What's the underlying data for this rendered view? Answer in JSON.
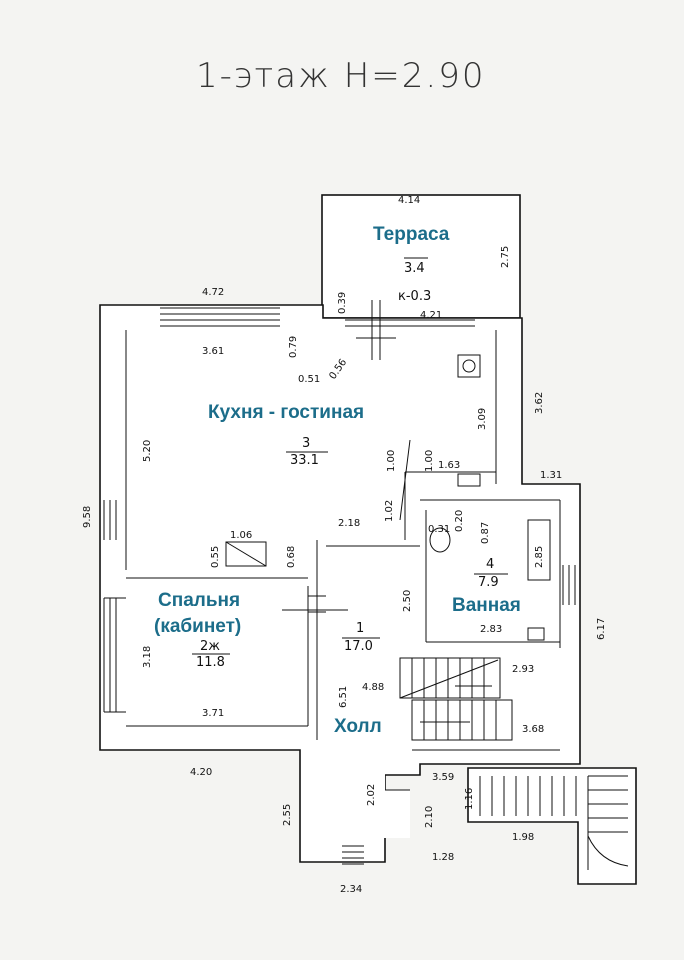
{
  "title": "1-этаж Н=2.90",
  "colors": {
    "room_label": "#1c6d8a",
    "walls": "#111111",
    "background": "#f4f4f2"
  },
  "rooms": {
    "terrace": {
      "name": "Терраса",
      "number_area": "3.4",
      "level": "к-0.3"
    },
    "kitchen": {
      "name": "Кухня - гостиная",
      "number": "3",
      "area": "33.1"
    },
    "bedroom": {
      "name_line1": "Спальня",
      "name_line2": "(кабинет)",
      "number": "2ж",
      "area": "11.8"
    },
    "hall": {
      "name": "Холл",
      "number": "1",
      "area": "17.0"
    },
    "bathroom": {
      "name": "Ванная",
      "number": "4",
      "area": "7.9"
    }
  },
  "dimensions": {
    "terrace_top": "4.14",
    "terrace_right": "2.75",
    "terrace_left": "0.39",
    "terrace_bottom": "4.21",
    "top_left": "4.72",
    "kitchen_window": "3.61",
    "d079": "0.79",
    "d051": "0.51",
    "d056": "0.56",
    "kitchen_right": "3.62",
    "kitchen_inner": "3.09",
    "kitchen_left": "5.20",
    "d100a": "1.00",
    "d100b": "1.00",
    "d163": "1.63",
    "d131": "1.31",
    "total_left": "9.58",
    "d106": "1.06",
    "d218": "2.18",
    "d102": "1.02",
    "d055": "0.55",
    "d068": "0.68",
    "d031": "0.31",
    "d020": "0.20",
    "d087": "0.87",
    "d285": "2.85",
    "d250": "2.50",
    "d283": "2.83",
    "total_right": "6.17",
    "bedroom_left": "3.18",
    "bedroom_bottom": "3.71",
    "d651": "6.51",
    "d488": "4.88",
    "d293": "2.93",
    "d368": "3.68",
    "bottom_left": "4.20",
    "d255": "2.55",
    "d202": "2.02",
    "d210": "2.10",
    "d359": "3.59",
    "d116": "1.16",
    "d198": "1.98",
    "d128": "1.28",
    "bottom": "2.34"
  }
}
